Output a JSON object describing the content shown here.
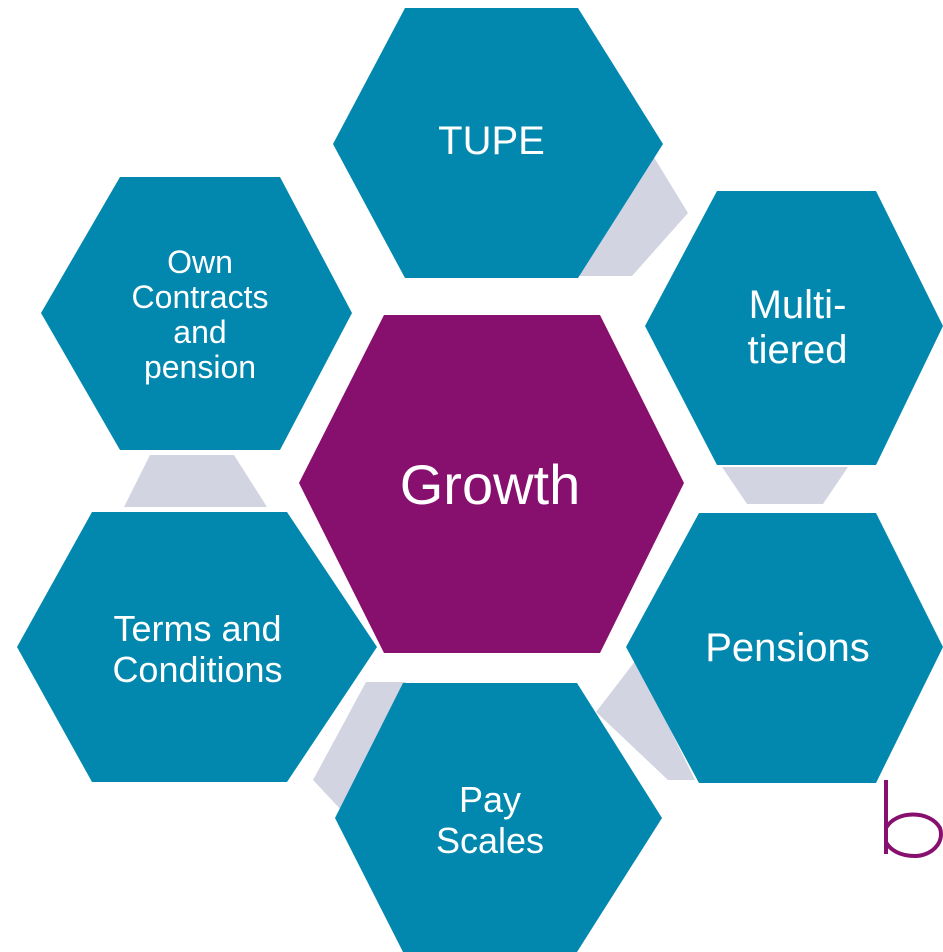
{
  "colors": {
    "outer_hex": "#0288AF",
    "center_hex": "#870F6E",
    "connector": "#D3D4E2",
    "text": "#FFFFFF",
    "logo": "#870F6E"
  },
  "diagram": {
    "center": {
      "label": "Growth"
    },
    "nodes": [
      {
        "id": "tupe",
        "label": "TUPE"
      },
      {
        "id": "multi-tiered",
        "label": "Multi-\ntiered"
      },
      {
        "id": "pensions",
        "label": "Pensions"
      },
      {
        "id": "pay-scales",
        "label": "Pay\nScales"
      },
      {
        "id": "terms",
        "label": "Terms and\nConditions"
      },
      {
        "id": "own-contracts",
        "label": "Own\nContracts\nand\npension"
      }
    ]
  },
  "logo": {
    "icon": "partial-b-letter-logo"
  }
}
